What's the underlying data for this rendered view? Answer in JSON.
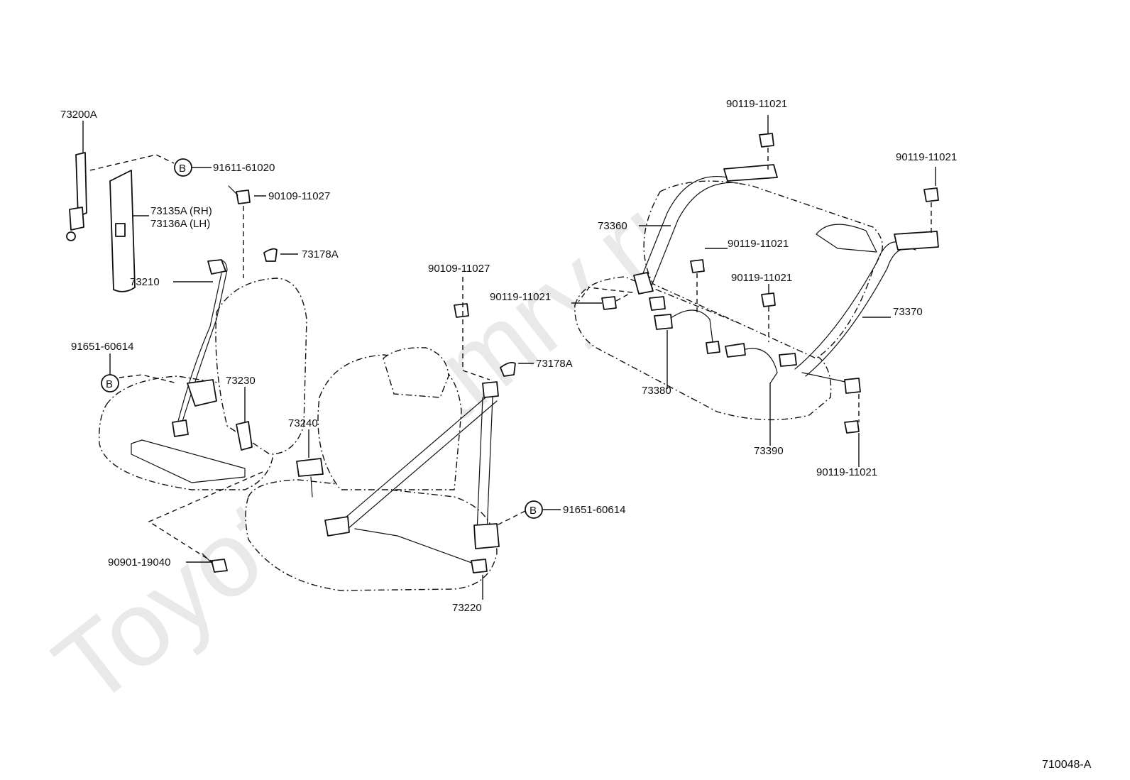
{
  "diagram": {
    "reference_code": "710048-A",
    "watermark": "Toyota-Camry.ru",
    "b_marker": "B",
    "callouts": {
      "c73200A": "73200A",
      "c91611_61020": "91611-61020",
      "c90109_11027_top": "90109-11027",
      "c73135A": "73135A (RH)",
      "c73136A": "73136A (LH)",
      "c73178A_left": "73178A",
      "c73210": "73210",
      "c91651_60614_left": "91651-60614",
      "c73230": "73230",
      "c73240": "73240",
      "c90109_11027_mid": "90109-11027",
      "c73178A_mid": "73178A",
      "c91651_60614_mid": "91651-60614",
      "c90901_19040": "90901-19040",
      "c73220": "73220",
      "c90119_11021_top": "90119-11021",
      "c90119_11021_right": "90119-11021",
      "c73360": "73360",
      "c90119_11021_c1": "90119-11021",
      "c90119_11021_c2": "90119-11021",
      "c90119_11021_left": "90119-11021",
      "c73370": "73370",
      "c73380": "73380",
      "c73390": "73390",
      "c90119_11021_bottom": "90119-11021"
    }
  }
}
